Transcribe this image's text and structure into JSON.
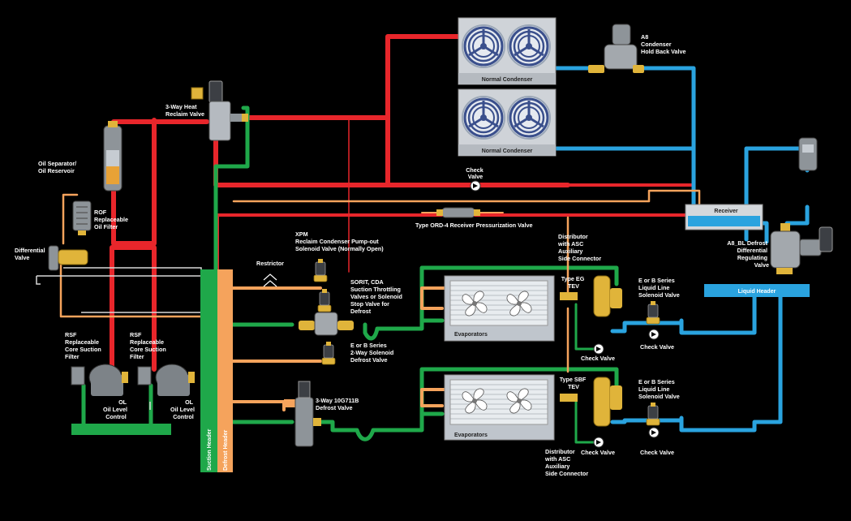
{
  "colors": {
    "hot_gas": "#e8262b",
    "liquid": "#2aa3df",
    "suction": "#1fa84a",
    "defrost": "#f5a35c",
    "oil": "#f5a35c",
    "pressure": "#ffffff",
    "brass": "#e0b43a",
    "steel": "#8e9499",
    "background": "#000000"
  },
  "icons": {
    "condenser_fan": "fan-icon",
    "check_valve": "check-valve-icon",
    "evaporator_fan": "fan-icon"
  },
  "labels": {
    "normal_condenser_1": "Normal Condenser",
    "normal_condenser_2": "Normal Condenser",
    "a8_valve": [
      "A8",
      "Condenser",
      "Hold Back Valve"
    ],
    "three_way_heat": [
      "3-Way Heat",
      "Reclaim Valve"
    ],
    "oil_separator": [
      "Oil Separator/",
      "Oil Reservoir"
    ],
    "rof": [
      "ROF",
      "Replaceable",
      "Oil Filter"
    ],
    "differential_valve": [
      "Differential",
      "Valve"
    ],
    "check_valve_top": [
      "Check",
      "Valve"
    ],
    "ord4": "Type ORD-4 Receiver Pressurization Valve",
    "receiver": "Receiver",
    "xpm": [
      "XPM",
      "Reclaim Condenser Pump-out",
      "Solenoid Valve (Normally Open)"
    ],
    "restrictor": "Restrictor",
    "sorit": [
      "SORIT, CDA",
      "Suction Throttling",
      "Valves or Solenoid",
      "Stop Valve for",
      "Defrost"
    ],
    "e_or_b_2way": [
      "E or B Series",
      "2-Way Solenoid",
      "Defrost Valve"
    ],
    "three_way_10g": [
      "3-Way 10G711B",
      "Defrost Valve"
    ],
    "distributor_top": [
      "Distributor",
      "with ASC",
      "Auxiliary",
      "Side Connector"
    ],
    "distributor_bottom": [
      "Distributor",
      "with ASC",
      "Auxiliary",
      "Side Connector"
    ],
    "type_eg": [
      "Type EG",
      "TEV"
    ],
    "type_sbf": [
      "Type SBF",
      "TEV"
    ],
    "liquid_line_top": [
      "E or B Series",
      "Liquid Line",
      "Solenoid Valve"
    ],
    "liquid_line_bottom": [
      "E or B Series",
      "Liquid Line",
      "Solenoid Valve"
    ],
    "check_valve_1": "Check Valve",
    "check_valve_2": "Check Valve",
    "check_valve_3": "Check Valve",
    "check_valve_4": "Check Valve",
    "evaporators_1": "Evaporators",
    "evaporators_2": "Evaporators",
    "a8bl": [
      "A8_BL Defrost",
      "Differential",
      "Regulating",
      "Valve"
    ],
    "liquid_header": "Liquid Header",
    "suction_header": "Suction Header",
    "defrost_header": "Defrost Header",
    "rsf_1": [
      "RSF",
      "Replaceable",
      "Core Suction",
      "Filter"
    ],
    "rsf_2": [
      "RSF",
      "Replaceable",
      "Core Suction",
      "Filter"
    ],
    "ol_1": [
      "OL",
      "Oil Level",
      "Control"
    ],
    "ol_2": [
      "OL",
      "Oil Level",
      "Control"
    ]
  }
}
